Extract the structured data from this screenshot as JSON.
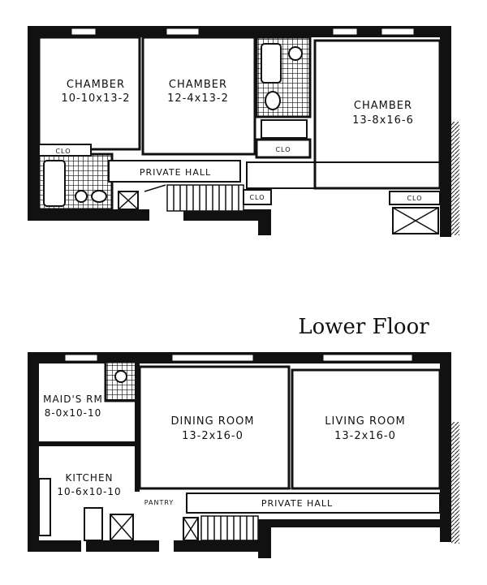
{
  "floor_title": "Lower Floor",
  "upper_floor": {
    "chamber_1": {
      "name": "CHAMBER",
      "size": "10-10x13-2"
    },
    "chamber_2": {
      "name": "CHAMBER",
      "size": "12-4x13-2"
    },
    "chamber_3": {
      "name": "CHAMBER",
      "size": "13-8x16-6"
    },
    "private_hall": "PRIVATE HALL",
    "closet": "CLO"
  },
  "lower_floor": {
    "maids_room": {
      "name": "MAID'S RM",
      "size": "8-0x10-10"
    },
    "kitchen": {
      "name": "KITCHEN",
      "size": "10-6x10-10"
    },
    "dining_room": {
      "name": "DINING ROOM",
      "size": "13-2x16-0"
    },
    "living_room": {
      "name": "LIVING ROOM",
      "size": "13-2x16-0"
    },
    "pantry": "PANTRY",
    "private_hall": "PRIVATE HALL"
  },
  "colors": {
    "ink": "#111111",
    "paper": "#ffffff"
  }
}
